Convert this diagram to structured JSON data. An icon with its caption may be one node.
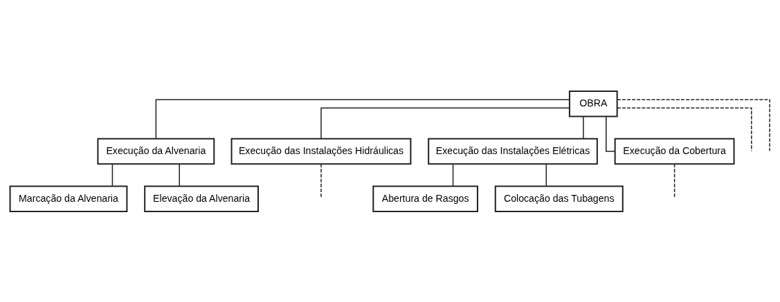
{
  "diagram": {
    "nodes": [
      {
        "text": [
          "OBRA"
        ]
      },
      {
        "text": [
          "Execução da Alvenaria"
        ]
      },
      {
        "text": [
          "Execução das Instalações Hidráulicas"
        ]
      },
      {
        "text": [
          "Execução das Instalações Elétricas"
        ]
      },
      {
        "text": [
          "Execução da Cobertura"
        ]
      },
      {
        "text": [
          "Marcação da Alvenaria"
        ]
      },
      {
        "text": [
          "Elevação da Alvenaria"
        ]
      },
      {
        "text": [
          "Abertura de Rasgos"
        ]
      },
      {
        "text": [
          "Colocação das Tubagens"
        ]
      }
    ],
    "edges": [
      {
        "from": 0,
        "to": null,
        "arrow": "none",
        "style": "dashed"
      },
      {
        "from": 0,
        "to": 1,
        "arrow": "none"
      },
      {
        "from": 0,
        "to": 2,
        "arrow": "none"
      },
      {
        "from": 0,
        "to": 3,
        "arrow": "none"
      },
      {
        "from": 0,
        "to": 4,
        "arrow": "none"
      },
      {
        "from": 0,
        "to": null,
        "arrow": "none",
        "style": "dashed"
      },
      {
        "from": 1,
        "to": 5,
        "arrow": "none"
      },
      {
        "from": 1,
        "to": 6,
        "arrow": "none"
      },
      {
        "from": 2,
        "to": null,
        "arrow": "none",
        "style": "dashed"
      },
      {
        "from": 3,
        "to": 7,
        "arrow": "none"
      },
      {
        "from": 3,
        "to": 8,
        "arrow": "none"
      },
      {
        "from": 4,
        "to": null,
        "arrow": "none",
        "style": "dashed"
      }
    ]
  }
}
